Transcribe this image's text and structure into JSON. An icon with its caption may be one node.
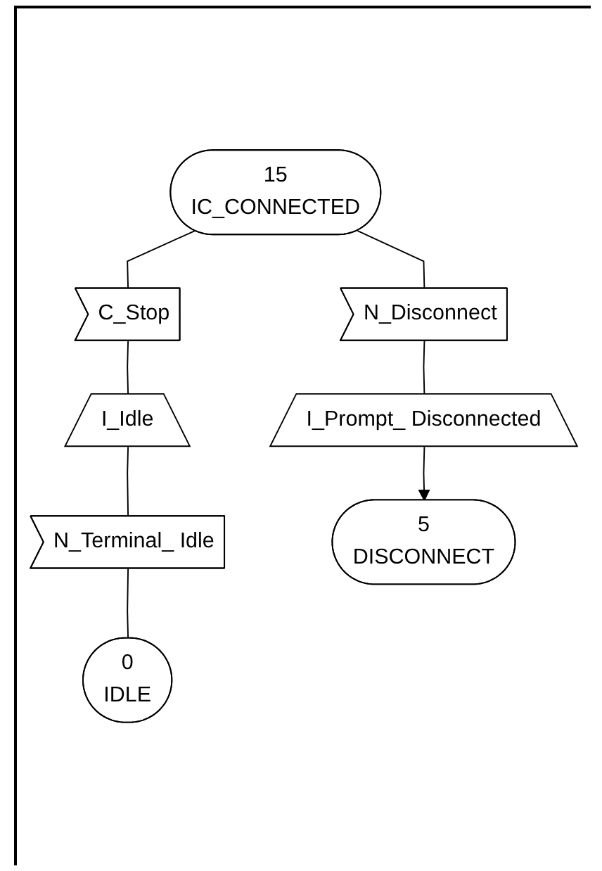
{
  "diagram": {
    "nodes": [
      {
        "text": [
          "15",
          "IC_CONNECTED"
        ]
      },
      {
        "text": [
          "C_Stop"
        ]
      },
      {
        "text": [
          "N_Disconnect"
        ]
      },
      {
        "text": [
          "I_Idle"
        ]
      },
      {
        "text": [
          "I_Prompt_ Disconnected"
        ]
      },
      {
        "text": [
          "N_Terminal_ Idle"
        ]
      },
      {
        "text": [
          "0",
          "IDLE"
        ]
      },
      {
        "text": [
          "5",
          "DISCONNECT"
        ]
      }
    ],
    "edges": [
      {
        "from": 0,
        "to": 1,
        "arrow": "none"
      },
      {
        "from": 0,
        "to": 2,
        "arrow": "none"
      },
      {
        "from": 1,
        "to": 3,
        "arrow": "none"
      },
      {
        "from": 2,
        "to": 4,
        "arrow": "none"
      },
      {
        "from": 3,
        "to": 5,
        "arrow": "none"
      },
      {
        "from": 5,
        "to": 6,
        "arrow": "none"
      },
      {
        "from": 4,
        "to": 7,
        "arrow": "to"
      }
    ]
  }
}
